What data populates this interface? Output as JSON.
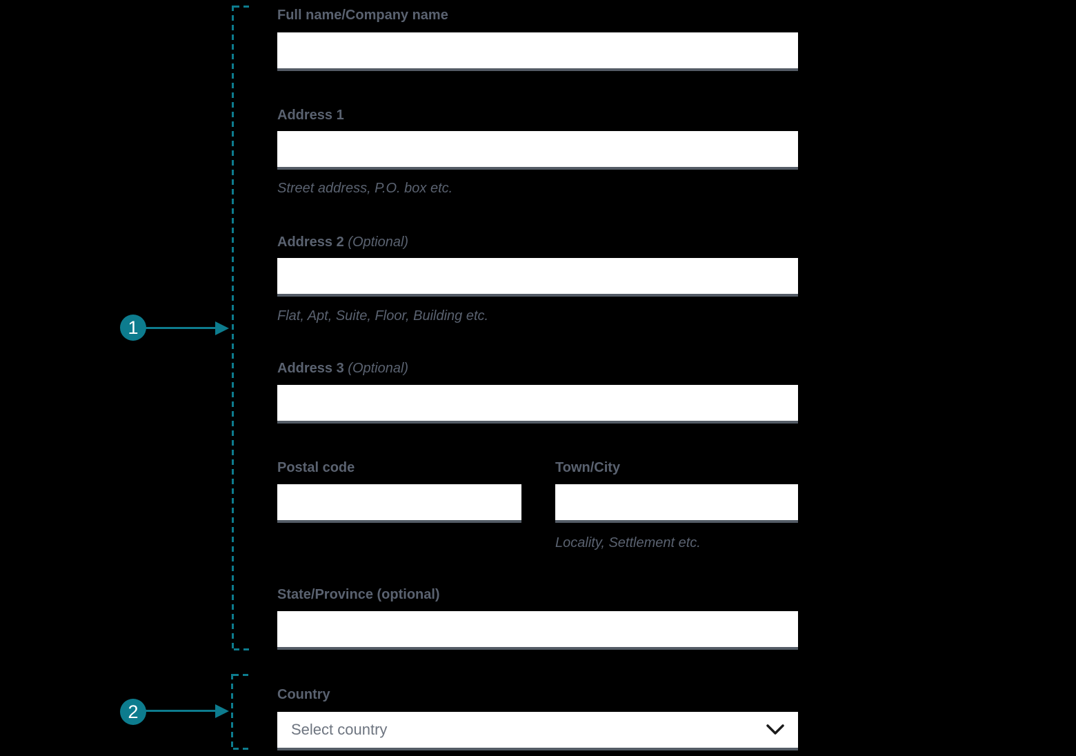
{
  "colors": {
    "background": "#000000",
    "accent": "#0d7c8e",
    "label_text": "#5a6270",
    "input_border": "#545c66",
    "input_background": "#ffffff",
    "select_placeholder_text": "#6e7580",
    "chevron": "#1b1b1b"
  },
  "markers": [
    {
      "number": "1"
    },
    {
      "number": "2"
    }
  ],
  "form": {
    "full_name": {
      "label": "Full name/Company name",
      "value": ""
    },
    "address1": {
      "label": "Address 1",
      "value": "",
      "hint": "Street address, P.O. box etc."
    },
    "address2": {
      "label": "Address 2",
      "optional": "(Optional)",
      "value": "",
      "hint": "Flat, Apt, Suite, Floor, Building etc."
    },
    "address3": {
      "label": "Address 3",
      "optional": "(Optional)",
      "value": ""
    },
    "postal_code": {
      "label": "Postal code",
      "value": ""
    },
    "town_city": {
      "label": "Town/City",
      "value": "",
      "hint": "Locality, Settlement etc."
    },
    "state_province": {
      "label": "State/Province (optional)",
      "value": ""
    },
    "country": {
      "label": "Country",
      "selected_option": "Select country"
    }
  }
}
